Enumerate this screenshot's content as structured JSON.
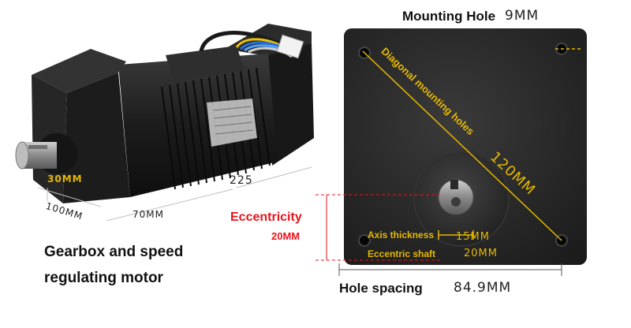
{
  "colors": {
    "background": "#ffffff",
    "motor_body": "#1f1f1f",
    "plate": "#262626",
    "annotation_gold": "#e6b800",
    "annotation_red": "#e8141c",
    "shaft_metal": "#a8a8a8"
  },
  "motor": {
    "label_line1": "Gearbox and speed",
    "label_line2": "regulating motor",
    "dim_shaft": "30MM",
    "dim_depth": "100MM",
    "dim_width": "70MM",
    "dim_length": "225"
  },
  "plate": {
    "mounting_hole_label": "Mounting Hole",
    "mounting_hole_value": "9MM",
    "diagonal_label": "Diagonal mounting holes",
    "diagonal_value": "120MM",
    "eccentricity_label": "Eccentricity",
    "eccentricity_value": "20MM",
    "axis_thickness_label": "Axis thickness",
    "axis_thickness_value": "15MM",
    "eccentric_shaft_label": "Eccentric shaft",
    "eccentric_shaft_value": "20MM",
    "hole_spacing_label": "Hole spacing",
    "hole_spacing_value": "84.9MM"
  }
}
